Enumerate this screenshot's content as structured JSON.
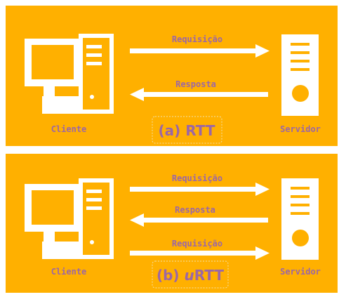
{
  "panel_a": {
    "client_label": "Cliente",
    "server_label": "Servidor",
    "arrow_request": "Requisição",
    "arrow_response": "Resposta",
    "caption_prefix": "(a) ",
    "caption_main": "RTT"
  },
  "panel_b": {
    "client_label": "Cliente",
    "server_label": "Servidor",
    "arrow_request_1": "Requisição",
    "arrow_response": "Resposta",
    "arrow_request_2": "Requisição",
    "caption_prefix": "(b) ",
    "caption_italic": "u",
    "caption_main": "RTT"
  },
  "colors": {
    "background": "#FFB000",
    "foreground": "#FFFFFF",
    "text": "#9B67A6",
    "server_dot": "#FFB000"
  }
}
